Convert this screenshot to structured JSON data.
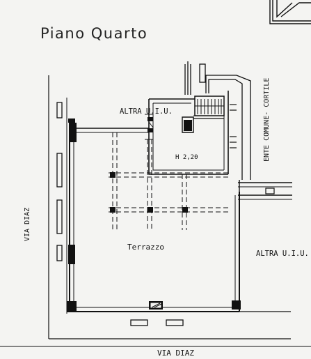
{
  "title": "Piano Quarto",
  "labels": {
    "altra_uiu_top": "ALTRA U.I.U.",
    "h": "H 2,20",
    "ente": "ENTE COMUNE- CORTILE",
    "via_diaz_left": "VIA DIAZ",
    "terrazzo": "Terrazzo",
    "altra_uiu_right": "ALTRA U.I.U.",
    "via_diaz_bottom": "VIA DIAZ"
  },
  "colors": {
    "ink": "#111111",
    "paper": "#f4f4f2"
  }
}
